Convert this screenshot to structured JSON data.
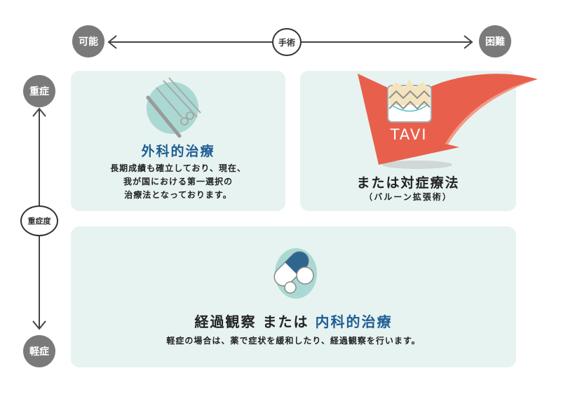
{
  "axes": {
    "horizontal": {
      "label": "手術",
      "left_end": "可能",
      "right_end": "困難"
    },
    "vertical": {
      "label": "重症度",
      "top_end": "重症",
      "bottom_end": "軽症"
    }
  },
  "panels": {
    "surgery": {
      "icon": "surgical-instruments-icon",
      "title": "外科的治療",
      "description_lines": [
        "長期成績も確立しており、現在、",
        "我が国における第一選択の",
        "治療法となっております。"
      ]
    },
    "tavi": {
      "icon": "heart-valve-stent-icon",
      "flag_label": "TAVI",
      "title": "または対症療法",
      "subtitle": "（バルーン拡張術）"
    },
    "medical": {
      "icon": "pills-capsule-icon",
      "title_black": "経過観察 または",
      "title_blue": "内科的治療",
      "description": "軽症の場合は、薬で症状を緩和したり、経過観察を行います。"
    }
  },
  "colors": {
    "panel_bg": "#e7f3f1",
    "icon_blob": "#a9d9d2",
    "accent_blue": "#1f5d94",
    "flag_red": "#e8604c",
    "axis_gray": "#7a7a7a"
  }
}
